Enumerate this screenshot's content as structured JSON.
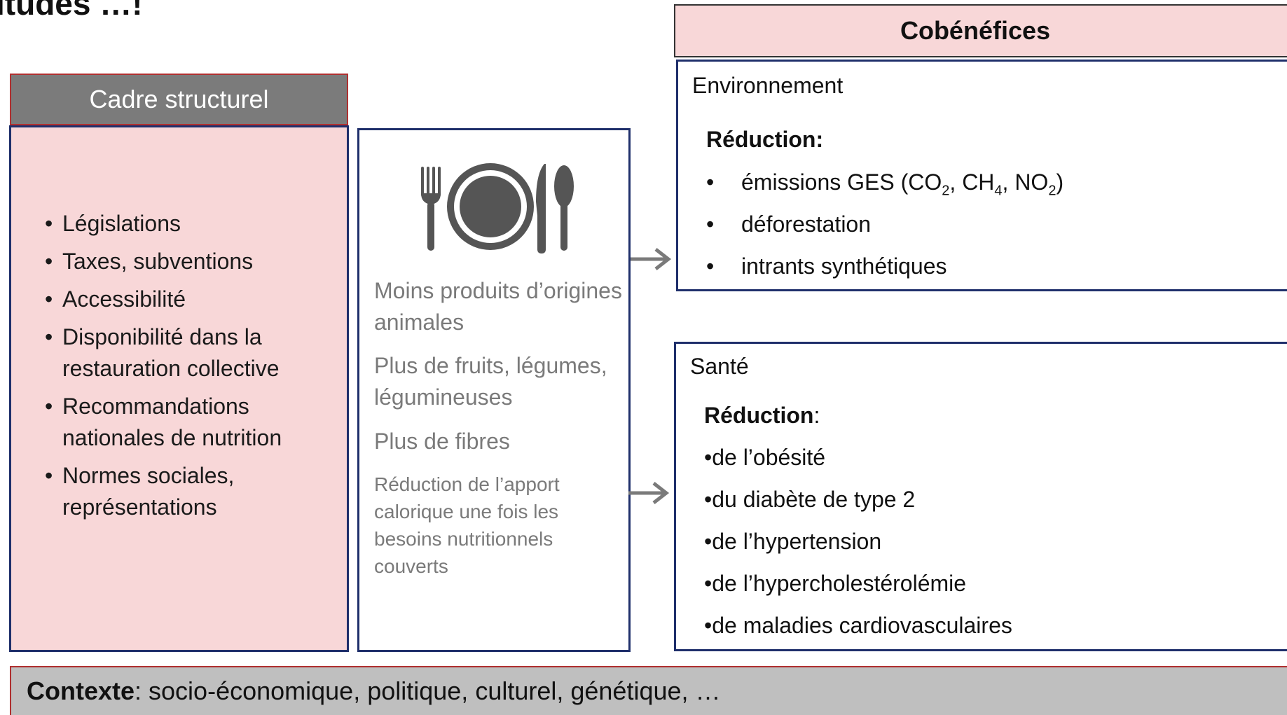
{
  "page": {
    "title_fragment": "itudes …!"
  },
  "cadre": {
    "header": "Cadre structurel",
    "items": [
      "Législations",
      "Taxes, subventions",
      "Accessibilité",
      "Disponibilité dans la restauration collective",
      "Recommandations nationales de nutrition",
      "Normes sociales, représentations"
    ]
  },
  "diet": {
    "icon": "plate-cutlery-icon",
    "items": [
      "Moins produits d’origines animales",
      "Plus de fruits, légumes, légumineuses",
      "Plus de fibres",
      "Réduction de l’apport calorique une fois les besoins nutritionnels couverts"
    ]
  },
  "cobenefices": {
    "header": "Cobénéfices",
    "environnement": {
      "title": "Environnement",
      "subtitle": "Réduction:",
      "items": [
        {
          "text": "émissions GES (CO",
          "rich": "émissions GES (CO₂, CH₄, NO₂)"
        },
        {
          "text": "déforestation"
        },
        {
          "text": "intrants synthétiques"
        }
      ]
    },
    "sante": {
      "title": "Santé",
      "subtitle_bold": "Réduction",
      "subtitle_rest": ":",
      "items": [
        "•de l’obésité",
        "•du diabète de type 2",
        "•de l’hypertension",
        "•de l’hypercholestérolémie",
        "•de maladies cardiovasculaires"
      ]
    }
  },
  "contexte": {
    "label": "Contexte",
    "text": ": socio-économique, politique, culturel, génétique, …"
  },
  "colors": {
    "pink": "#f8d7d8",
    "navy": "#1f2f6b",
    "grey_header": "#7b7b7b",
    "context_grey": "#bfbfbf",
    "icon_grey": "#555555"
  }
}
